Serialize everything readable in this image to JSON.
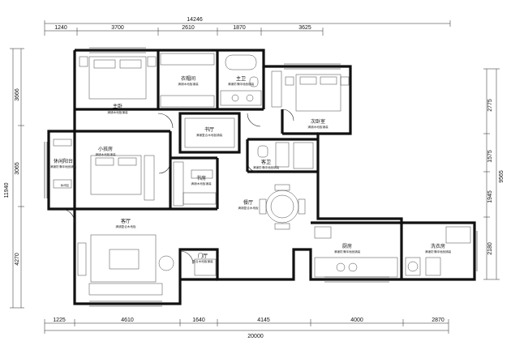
{
  "dims": {
    "top_total": "14246",
    "top": [
      "1240",
      "3700",
      "2610",
      "1870",
      "3625"
    ],
    "bottom": [
      "1225",
      "4610",
      "1640",
      "4145",
      "4000",
      "2870"
    ],
    "bottom_total": "20000",
    "left_total": "11940",
    "left": [
      "3666",
      "3065",
      "4270"
    ],
    "right": [
      "2775",
      "1575",
      "1945",
      "2180"
    ],
    "right_total": "9565"
  },
  "rooms": {
    "master": "主卧",
    "cloak": "衣帽间",
    "master_bath": "主卫",
    "second_bed": "次卧室",
    "study": "书厅",
    "guest_bath": "客卫",
    "kids": "小孩房",
    "book": "书房",
    "balcony": "休闲阳台",
    "living": "客厅",
    "dining": "餐厅",
    "kitchen": "厨房",
    "laundry": "洗衣房",
    "foyer": "门厅"
  },
  "notes": {
    "master": "满铺木地板铺装",
    "cloak": "满铺木地板铺装",
    "master_bath": "满铺防滑砖地面铺装",
    "second_bed": "满铺木地板铺装",
    "study": "满铺复合木地板铺装",
    "guest_bath": "满铺防滑砖地面铺装",
    "kids": "满铺木地板铺装",
    "book": "满铺木地板铺装",
    "balcony": "满铺防滑砖地面铺装",
    "balcony_extra": "休闲区",
    "living": "满铺复合木地板",
    "dining": "满铺复合木地板",
    "kitchen": "满铺防滑砖地面铺装",
    "laundry": "满铺防滑砖地面铺装",
    "foyer": "复合木地板铺装"
  }
}
